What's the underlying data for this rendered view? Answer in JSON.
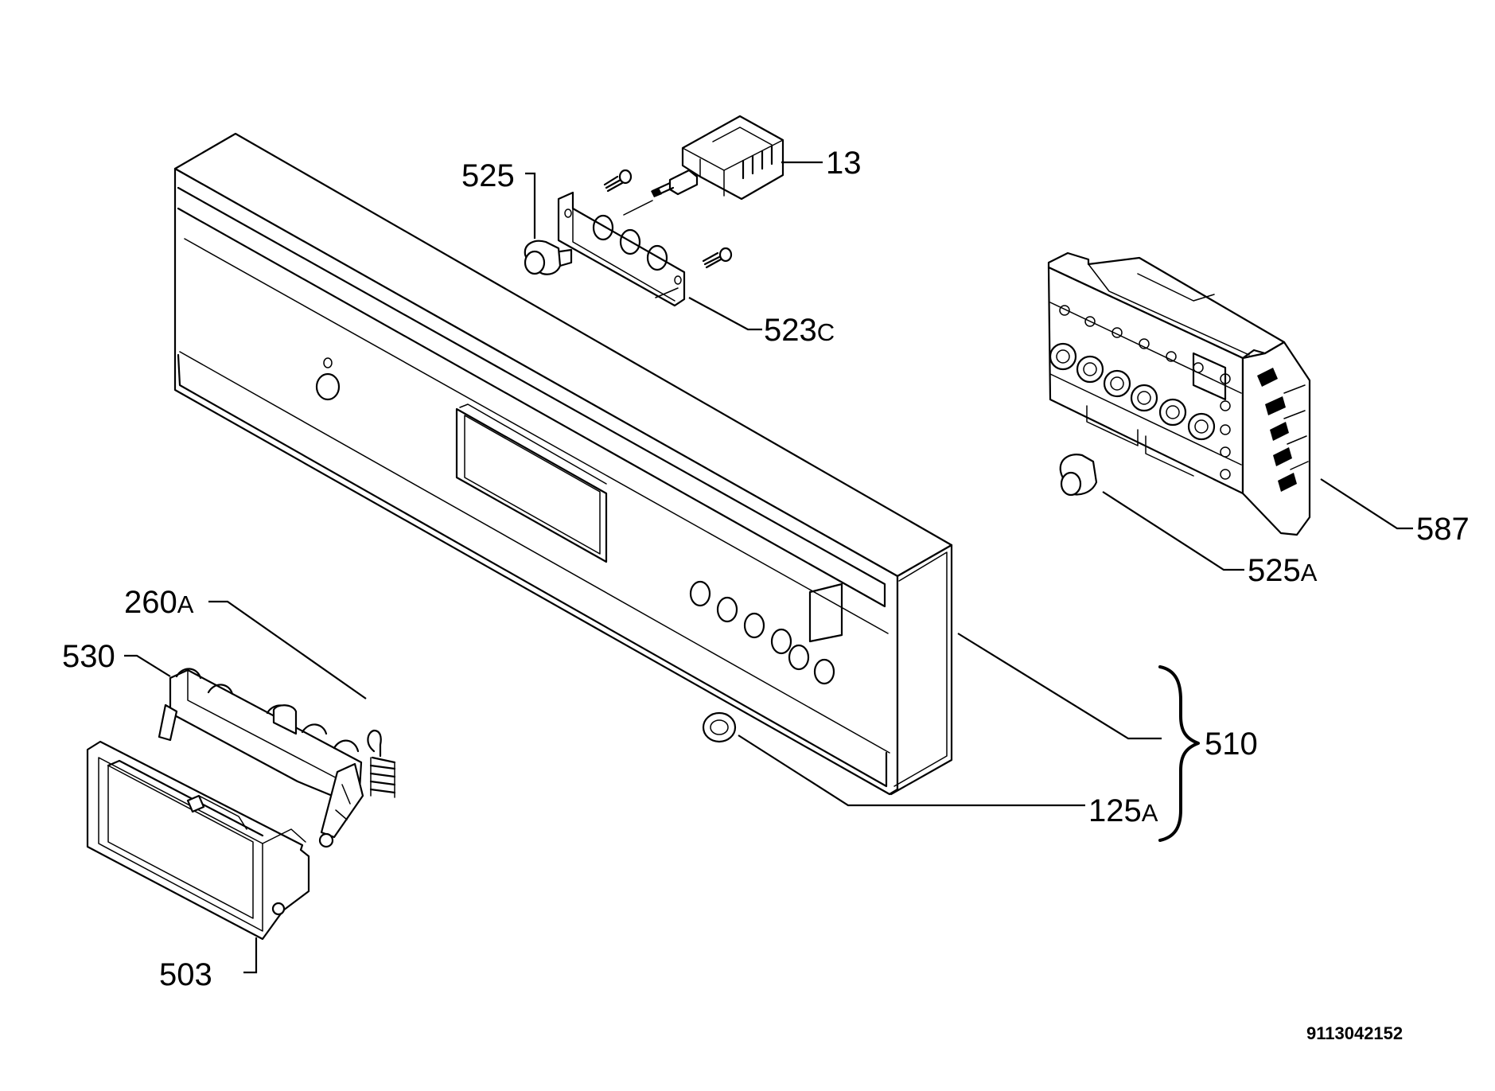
{
  "labels": {
    "l13": {
      "main": "13",
      "suffix": ""
    },
    "l525": {
      "main": "525",
      "suffix": ""
    },
    "l523c": {
      "main": "523",
      "suffix": "C"
    },
    "l587": {
      "main": "587",
      "suffix": ""
    },
    "l525a": {
      "main": "525",
      "suffix": "A"
    },
    "l260a": {
      "main": "260",
      "suffix": "A"
    },
    "l530": {
      "main": "530",
      "suffix": ""
    },
    "l510": {
      "main": "510",
      "suffix": ""
    },
    "l125a": {
      "main": "125",
      "suffix": "A"
    },
    "l503": {
      "main": "503",
      "suffix": ""
    }
  },
  "document_id": "9113042152",
  "colors": {
    "line": "#000000",
    "background": "#ffffff"
  }
}
